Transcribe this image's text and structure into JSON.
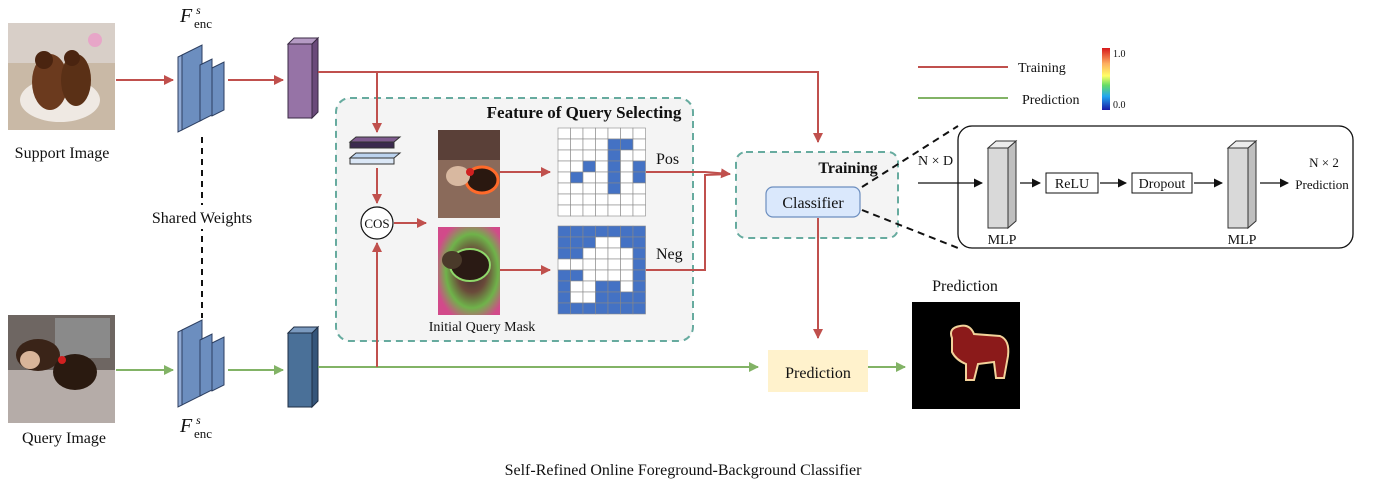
{
  "labels": {
    "support_image": "Support Image",
    "query_image": "Query Image",
    "shared_weights": "Shared Weights",
    "encoder_symbol": "F",
    "encoder_sup": "s",
    "encoder_sub": "enc",
    "feature_box_title": "Feature of Query Selecting",
    "cos": "COS",
    "pos": "Pos",
    "neg": "Neg",
    "initial_query_mask": "Initial Query Mask",
    "training_box_title": "Training",
    "classifier": "Classifier",
    "prediction_box": "Prediction",
    "prediction_title": "Prediction",
    "caption": "Self-Refined Online Foreground-Background Classifier"
  },
  "legend": {
    "training": "Training",
    "prediction": "Prediction",
    "colorbar_max": "1.0",
    "colorbar_min": "0.0"
  },
  "mlp_detail": {
    "input_dim": "N × D",
    "relu": "ReLU",
    "dropout": "Dropout",
    "mlp1": "MLP",
    "mlp2": "MLP",
    "output_dim": "N × 2",
    "output_label": "Prediction"
  },
  "colors": {
    "training_arrow": "#c0504d",
    "prediction_arrow": "#82b366",
    "dashed_box_border": "#67ab9f",
    "classifier_fill": "#dae8fc",
    "classifier_border": "#6c8ebf",
    "prediction_fill": "#fff2cc",
    "support_feature": "#9673a6",
    "query_feature": "#4a7098",
    "grid_blue": "#4472c4"
  },
  "grids": {
    "pos_cells": [
      [
        1,
        4
      ],
      [
        1,
        5
      ],
      [
        2,
        4
      ],
      [
        3,
        2
      ],
      [
        3,
        4
      ],
      [
        3,
        6
      ],
      [
        4,
        1
      ],
      [
        4,
        4
      ],
      [
        4,
        6
      ],
      [
        5,
        4
      ]
    ],
    "neg_cells": [
      [
        0,
        0
      ],
      [
        0,
        1
      ],
      [
        0,
        2
      ],
      [
        0,
        3
      ],
      [
        0,
        4
      ],
      [
        0,
        5
      ],
      [
        0,
        6
      ],
      [
        1,
        0
      ],
      [
        1,
        1
      ],
      [
        1,
        2
      ],
      [
        1,
        5
      ],
      [
        1,
        6
      ],
      [
        2,
        0
      ],
      [
        2,
        1
      ],
      [
        2,
        6
      ],
      [
        3,
        6
      ],
      [
        4,
        0
      ],
      [
        4,
        1
      ],
      [
        4,
        6
      ],
      [
        5,
        0
      ],
      [
        5,
        3
      ],
      [
        5,
        4
      ],
      [
        5,
        6
      ],
      [
        6,
        0
      ],
      [
        6,
        3
      ],
      [
        6,
        4
      ],
      [
        6,
        5
      ],
      [
        6,
        6
      ],
      [
        7,
        0
      ],
      [
        7,
        1
      ],
      [
        7,
        2
      ],
      [
        7,
        3
      ],
      [
        7,
        4
      ],
      [
        7,
        5
      ],
      [
        7,
        6
      ]
    ]
  }
}
